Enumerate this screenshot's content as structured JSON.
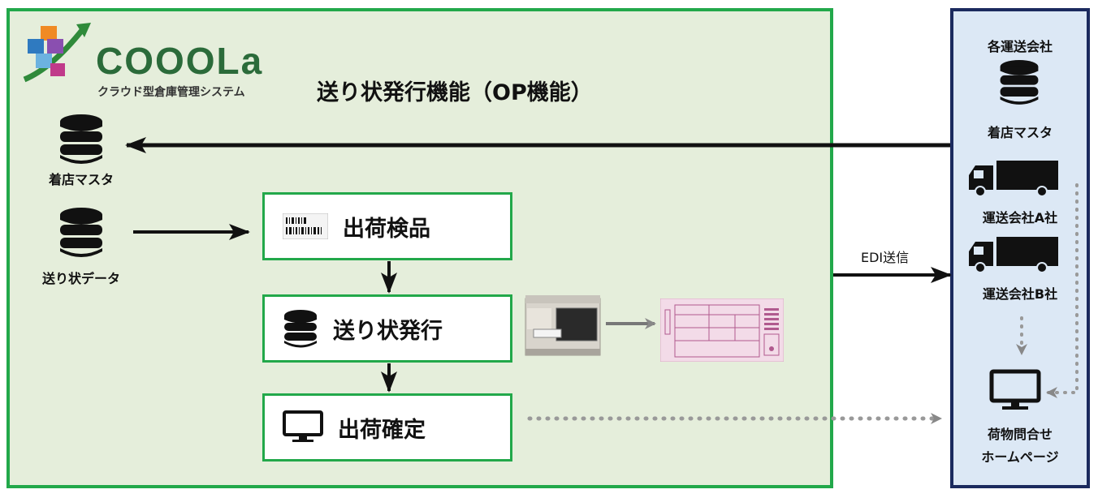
{
  "logo": {
    "name": "COOOLa",
    "subtitle": "クラウド型倉庫管理システム"
  },
  "title": "送り状発行機能（OP機能）",
  "left_sources": [
    {
      "label": "着店マスタ",
      "icon": "database-icon"
    },
    {
      "label": "送り状データ",
      "icon": "database-icon"
    }
  ],
  "steps": [
    {
      "label": "出荷検品",
      "icon": "barcode-icon"
    },
    {
      "label": "送り状発行",
      "icon": "database-icon"
    },
    {
      "label": "出荷確定",
      "icon": "monitor-icon"
    }
  ],
  "edi_label": "EDI送信",
  "carriers_panel": {
    "header": "各運送会社",
    "master_label": "着店マスタ",
    "carrier_a": "運送会社A社",
    "carrier_b": "運送会社B社",
    "tracking_line1": "荷物問合せ",
    "tracking_line2": "ホームページ"
  },
  "colors": {
    "main_bg": "#e5eedb",
    "main_border": "#22a84a",
    "right_bg": "#dce8f5",
    "right_border": "#1b2a5e"
  }
}
